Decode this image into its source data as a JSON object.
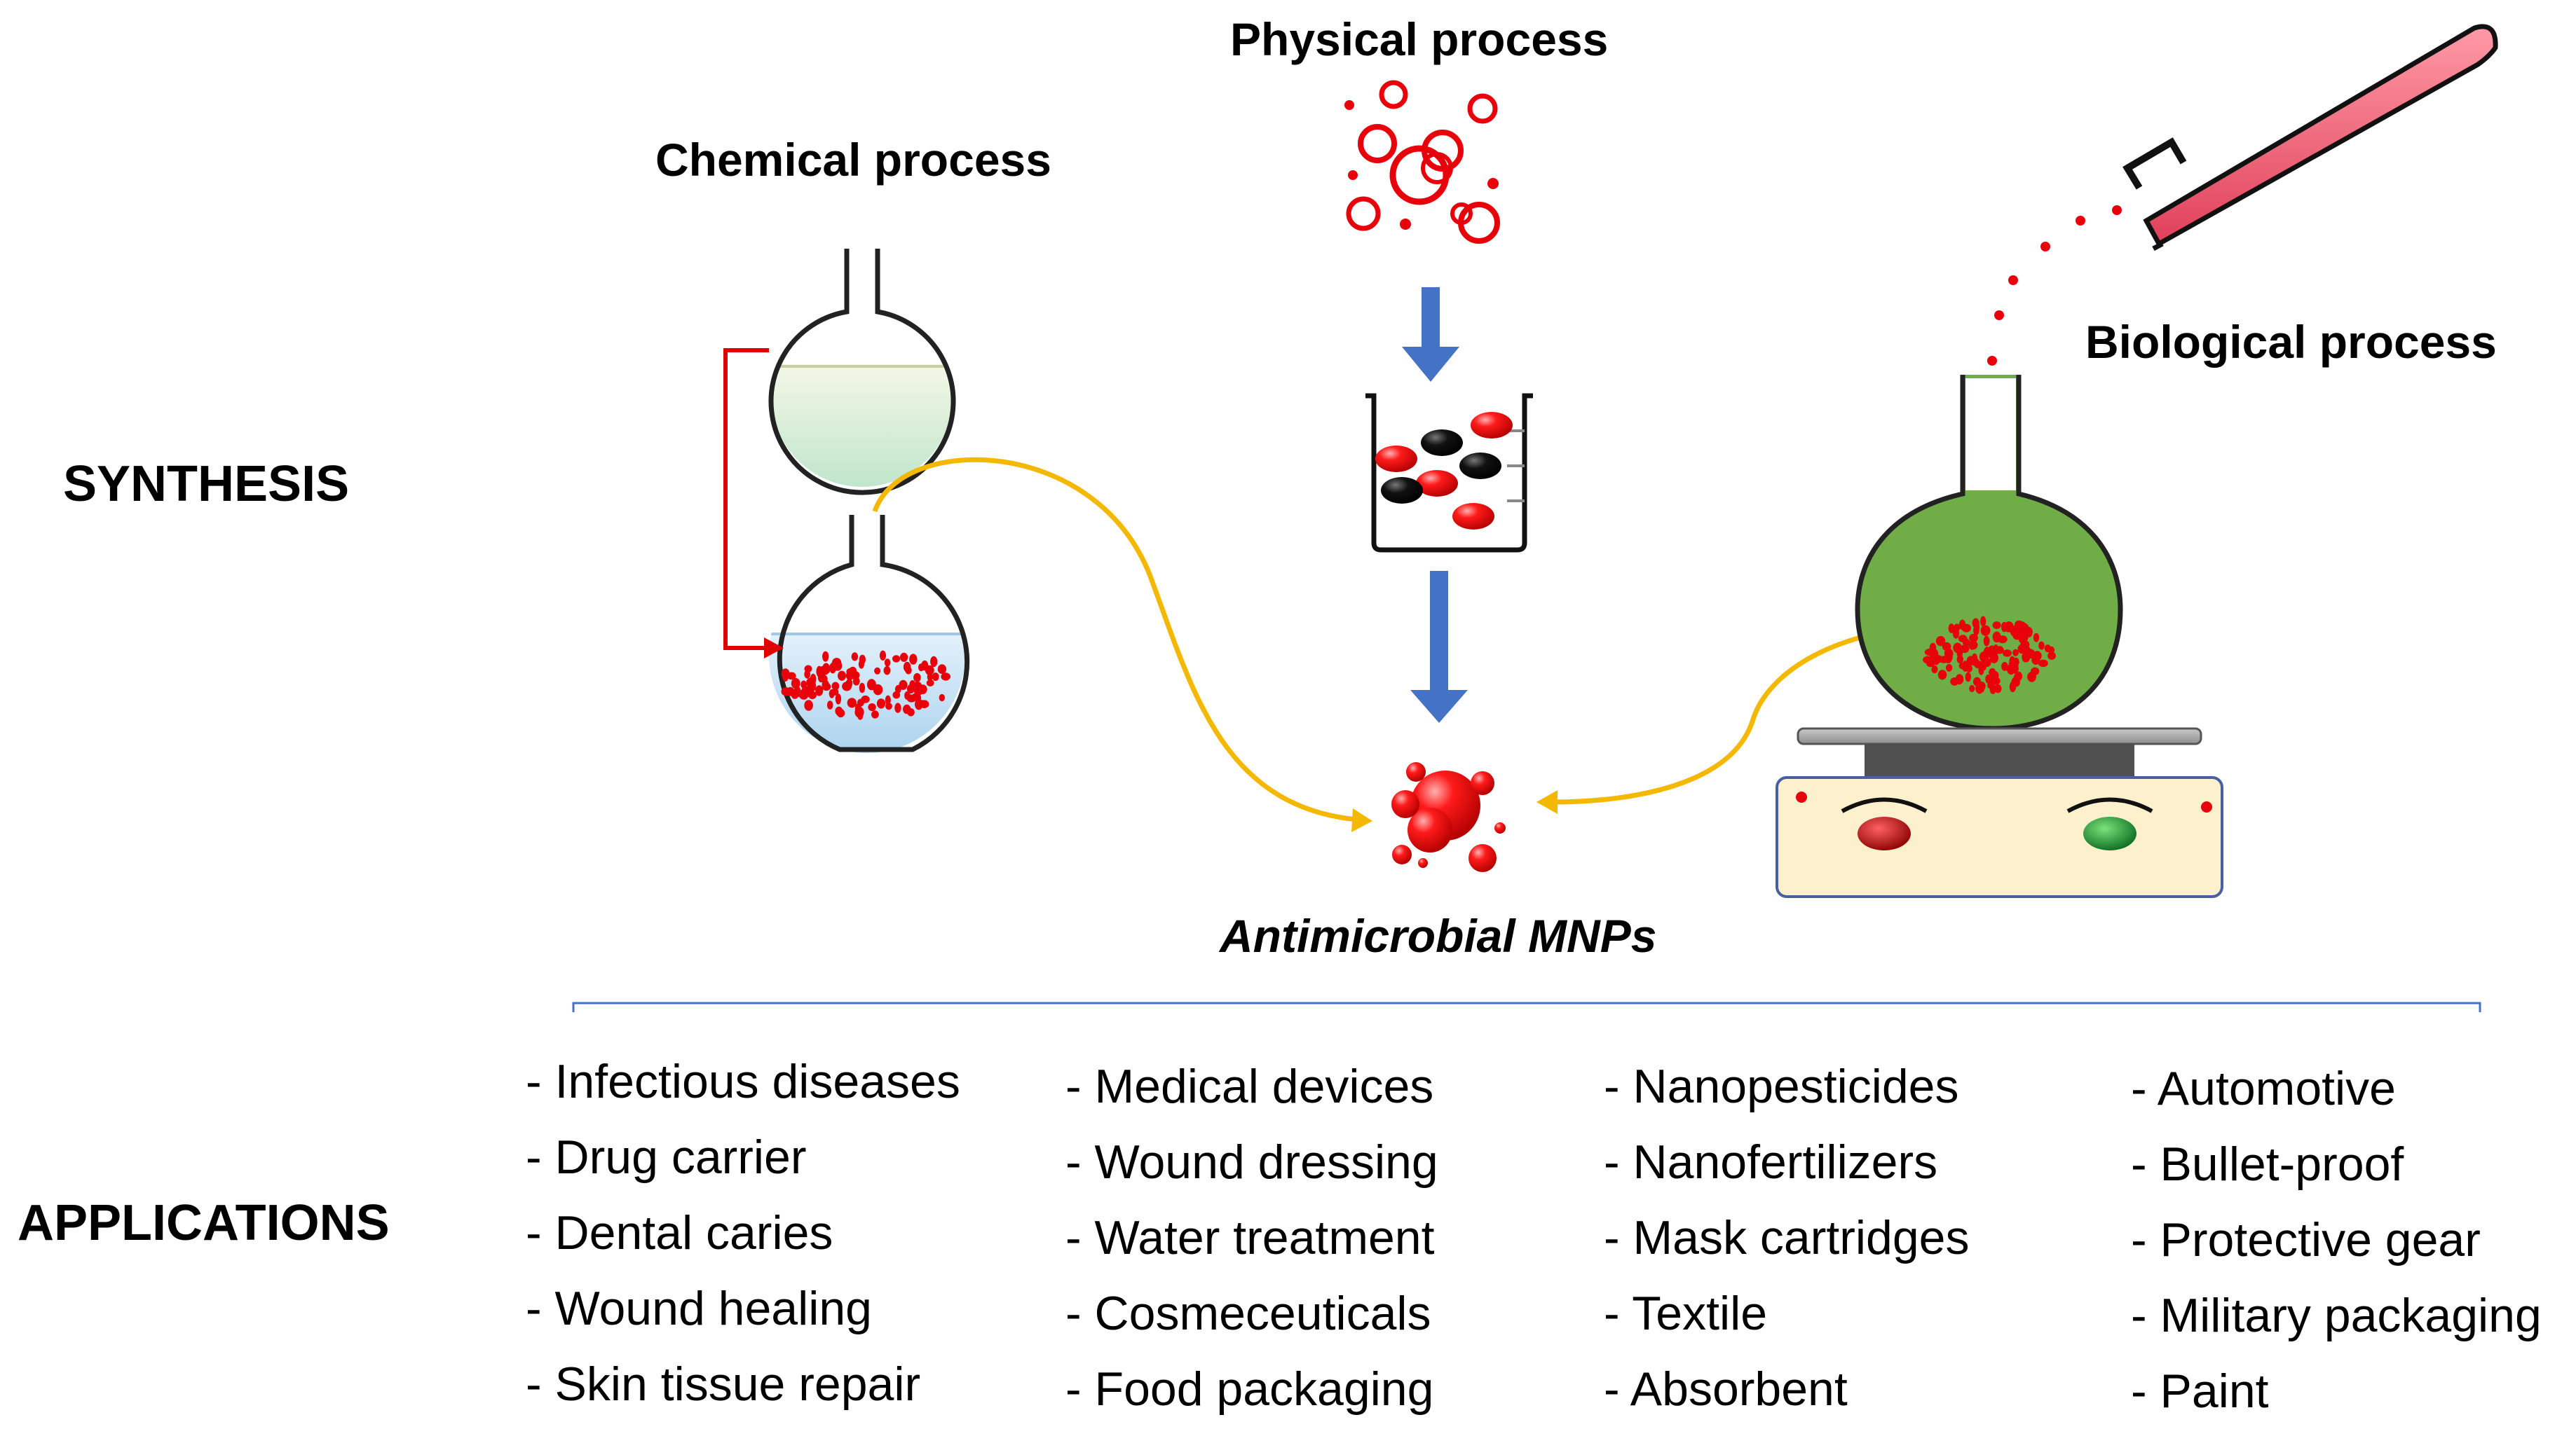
{
  "labels": {
    "synthesis": "SYNTHESIS",
    "applications": "APPLICATIONS",
    "chemical": "Chemical process",
    "physical": "Physical process",
    "biological": "Biological process",
    "product": "Antimicrobial MNPs"
  },
  "applications": {
    "col1": [
      "- Infectious diseases",
      "- Drug carrier",
      "- Dental caries",
      "- Wound healing",
      "- Skin tissue repair"
    ],
    "col2": [
      "- Medical devices",
      "- Wound dressing",
      "- Water treatment",
      "- Cosmeceuticals",
      "- Food packaging"
    ],
    "col3": [
      "- Nanopesticides",
      "- Nanofertilizers",
      "- Mask cartridges",
      "- Textile",
      "- Absorbent"
    ],
    "col4": [
      "- Automotive",
      "- Bullet-proof",
      "- Protective gear",
      "- Military packaging",
      "- Paint"
    ]
  },
  "colors": {
    "particle": "#e8000b",
    "arrow_blue": "#4472c4",
    "connector_yellow": "#f5b800",
    "connector_red": "#e00000",
    "flask_green": "#70ad47",
    "divider": "#4472c4"
  }
}
